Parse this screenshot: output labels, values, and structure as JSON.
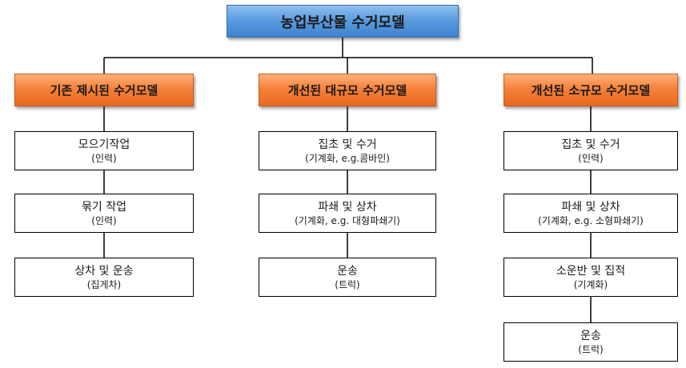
{
  "title": "농업부산물 수거모델",
  "columns": [
    {
      "header": "기존 제시된 수거모델",
      "steps": [
        {
          "main": "모으기작업",
          "sub": "(인력)"
        },
        {
          "main": "묶기 작업",
          "sub": "(인력)"
        },
        {
          "main": "상차 및 운송",
          "sub": "(집게차)"
        }
      ]
    },
    {
      "header": "개선된 대규모 수거모델",
      "steps": [
        {
          "main": "집초 및 수거",
          "sub": "(기계화, e.g.콤바인)"
        },
        {
          "main": "파쇄 및 상차",
          "sub": "(기계화, e.g. 대형파쇄기)"
        },
        {
          "main": "운송",
          "sub": "(트럭)"
        }
      ]
    },
    {
      "header": "개선된 소규모 수거모델",
      "steps": [
        {
          "main": "집초 및 수거",
          "sub": "(인력)"
        },
        {
          "main": "파쇄 및 상차",
          "sub": "(기계화, e.g. 소형파쇄기)"
        },
        {
          "main": "소운반 및 집적",
          "sub": "(기계화)"
        },
        {
          "main": "운송",
          "sub": "(트럭)"
        }
      ]
    }
  ]
}
